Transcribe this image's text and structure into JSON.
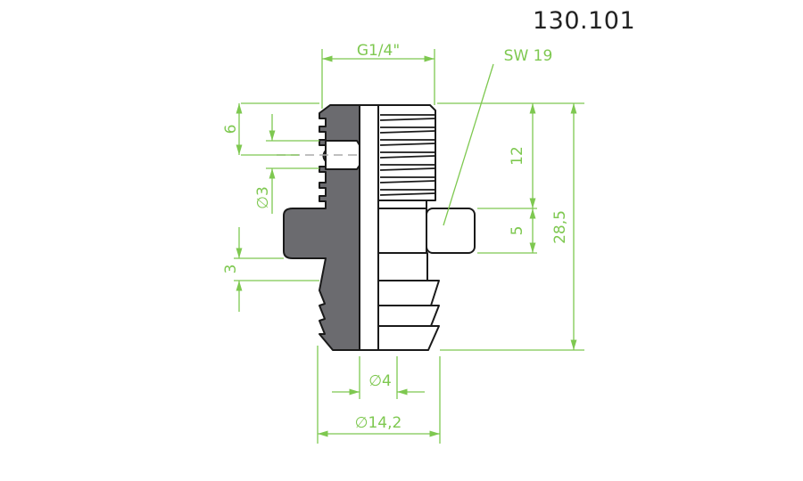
{
  "title": "130.101",
  "colors": {
    "dimension": "#7ec850",
    "body_fill": "#6b6b6f",
    "outline": "#1a1a1a",
    "background": "#ffffff"
  },
  "dimensions": {
    "thread": "G1/4\"",
    "wrench_size": "SW 19",
    "thread_length": "12",
    "hex_height": "5",
    "overall_length": "28,5",
    "hole_position": "6",
    "hole_diameter": "∅3",
    "collar_height": "3",
    "bore_diameter": "∅4",
    "outer_diameter": "∅14,2"
  }
}
